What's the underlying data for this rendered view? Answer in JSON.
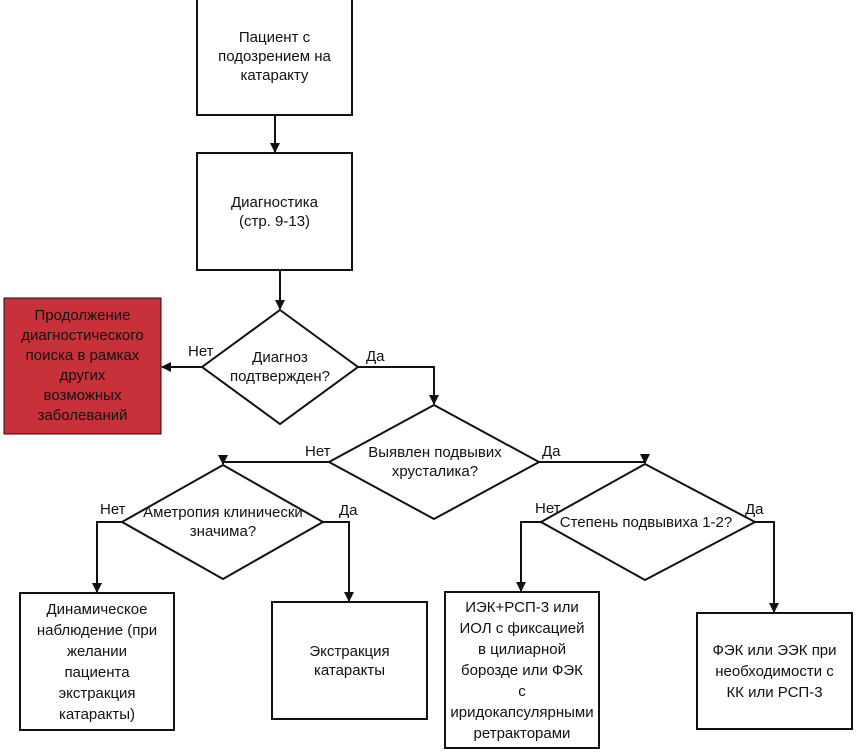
{
  "nodes": {
    "patient": "Пациент с\nподозрением на\nкатаракту",
    "diagnostics": "Диагностика\n(стр. 9-13)",
    "continue": "Продолжение\nдиагностического\nпоиска в рамках\nдругих\nвозможных\nзаболеваний",
    "diag_confirmed": "Диагноз\nподтвержден?",
    "subluxation": "Выявлен подвывих\nхрусталика?",
    "ametropia": "Аметропия клинически\nзначима?",
    "degree": "Степень подвывиха 1-2?",
    "observation": "Динамическое\nнаблюдение (при\nжелании\nпациента\nэкстракция\nкатаракты)",
    "extraction": "Экстракция\nкатаракты",
    "iek": "ИЭК+РСП-3 или\nИОЛ с фиксацией\nв цилиарной\nборозде или ФЭК\nс\nиридокапсулярными\nретракторами",
    "fek": "ФЭК или ЭЭК при\nнеобходимости с\nКК или РСП-3"
  },
  "labels": {
    "no1": "Нет",
    "yes1": "Да",
    "no2": "Нет",
    "yes2": "Да",
    "no3": "Нет",
    "yes3": "Да",
    "no4": "Нет",
    "yes4": "Да"
  },
  "colors": {
    "stroke": "#111111",
    "alert_fill": "#c8313a"
  }
}
